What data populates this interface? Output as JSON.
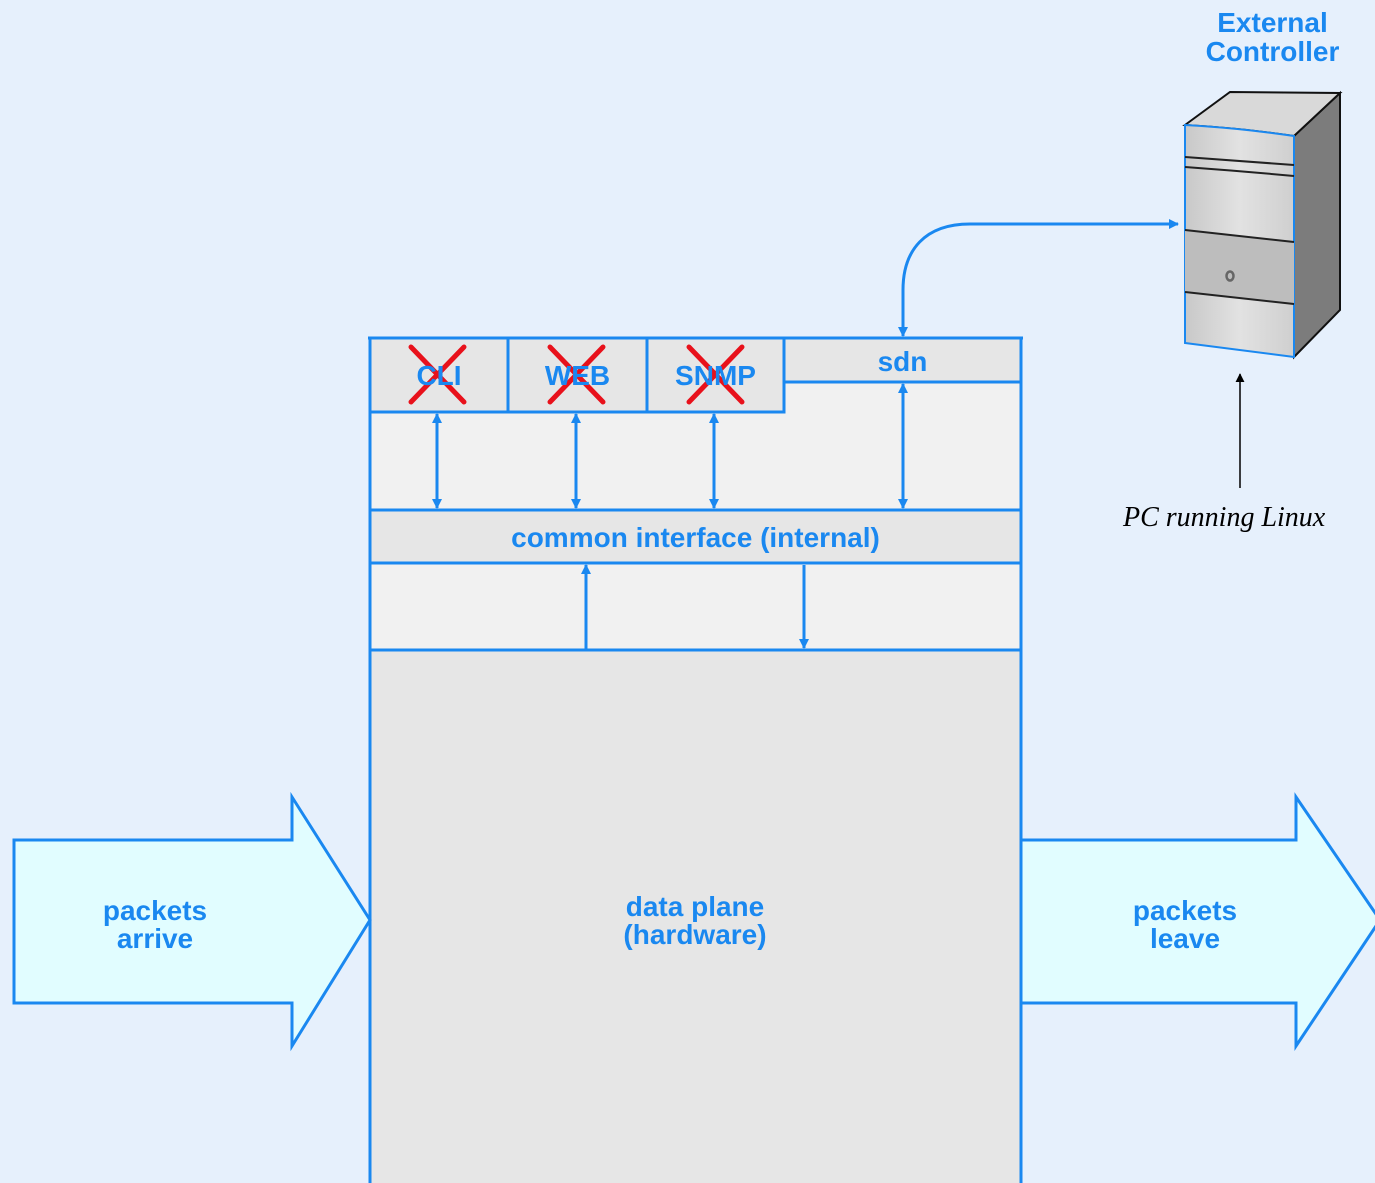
{
  "colors": {
    "background": "#e6f0fc",
    "line": "#1a88f0",
    "cross": "#e8111b",
    "box_fill": "#f1f1f1",
    "band_fill": "#e6e6e6",
    "packet_arrow_fill": "#e1fdff"
  },
  "controller": {
    "title_line1": "External",
    "title_line2": "Controller",
    "caption": "PC running Linux",
    "icon": "server-tower-icon"
  },
  "interfaces": [
    {
      "label": "CLI",
      "disabled": true
    },
    {
      "label": "WEB",
      "disabled": true
    },
    {
      "label": "SNMP",
      "disabled": true
    },
    {
      "label": "sdn",
      "disabled": false
    }
  ],
  "common_interface": "common interface (internal)",
  "data_plane": {
    "line1": "data plane",
    "line2": "(hardware)"
  },
  "packets_in": {
    "line1": "packets",
    "line2": "arrive"
  },
  "packets_out": {
    "line1": "packets",
    "line2": "leave"
  }
}
